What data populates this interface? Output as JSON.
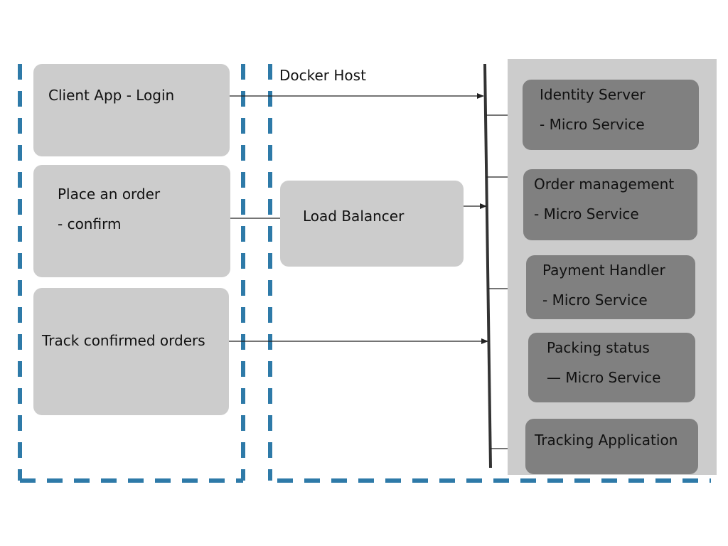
{
  "diagram": {
    "docker_host_label": "Docker Host",
    "clients": [
      {
        "line1": "Client App - Login",
        "line2": ""
      },
      {
        "line1": "Place an order",
        "line2": "- confirm"
      },
      {
        "line1": "Track confirmed orders",
        "line2": ""
      }
    ],
    "load_balancer": "Load Balancer",
    "services": [
      {
        "line1": "Identity Server",
        "line2": "- Micro Service"
      },
      {
        "line1": "Order management",
        "line2": "- Micro Service"
      },
      {
        "line1": "Payment Handler",
        "line2": "- Micro Service"
      },
      {
        "line1": "Packing status",
        "line2": "— Micro Service"
      },
      {
        "line1": "Tracking Application",
        "line2": ""
      }
    ],
    "colors": {
      "boundary_dash": "#2e7aa8",
      "client_box": "#cccccc",
      "service_box": "#808080",
      "panel": "#cccccc",
      "line": "#333333"
    }
  }
}
